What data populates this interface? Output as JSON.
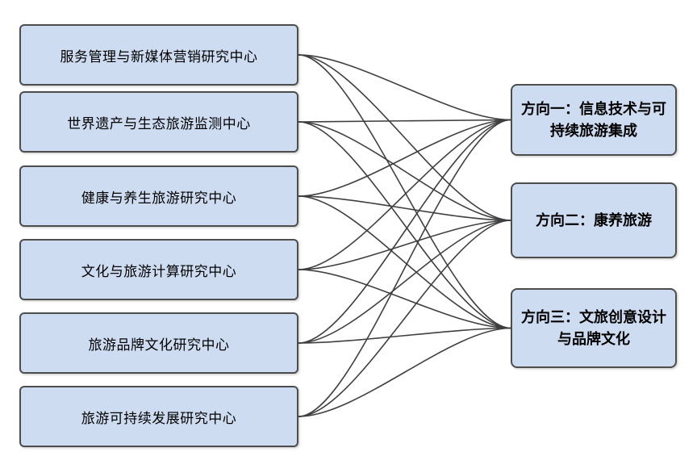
{
  "diagram": {
    "title": "research-centers-to-directions-mapping",
    "colors": {
      "background": "#ffffff",
      "node_fill": "#cddcf0",
      "node_border": "#4d4d4d",
      "edge": "#3f3f3f",
      "text": "#000000"
    },
    "left_nodes": [
      {
        "id": "c1",
        "label": "服务管理与新媒体营销研究中心"
      },
      {
        "id": "c2",
        "label": "世界遗产与生态旅游监测中心"
      },
      {
        "id": "c3",
        "label": "健康与养生旅游研究中心"
      },
      {
        "id": "c4",
        "label": "文化与旅游计算研究中心"
      },
      {
        "id": "c5",
        "label": "旅游品牌文化研究中心"
      },
      {
        "id": "c6",
        "label": "旅游可持续发展研究中心"
      }
    ],
    "right_nodes": [
      {
        "id": "d1",
        "label": "方向一：信息技术与可持续旅游集成"
      },
      {
        "id": "d2",
        "label": "方向二：康养旅游"
      },
      {
        "id": "d3",
        "label": "方向三：文旅创意设计与品牌文化"
      }
    ],
    "edges": [
      {
        "from": "c1",
        "to": "d1"
      },
      {
        "from": "c1",
        "to": "d2"
      },
      {
        "from": "c1",
        "to": "d3"
      },
      {
        "from": "c2",
        "to": "d1"
      },
      {
        "from": "c2",
        "to": "d2"
      },
      {
        "from": "c2",
        "to": "d3"
      },
      {
        "from": "c3",
        "to": "d1"
      },
      {
        "from": "c3",
        "to": "d2"
      },
      {
        "from": "c3",
        "to": "d3"
      },
      {
        "from": "c4",
        "to": "d1"
      },
      {
        "from": "c4",
        "to": "d2"
      },
      {
        "from": "c4",
        "to": "d3"
      },
      {
        "from": "c5",
        "to": "d1"
      },
      {
        "from": "c5",
        "to": "d2"
      },
      {
        "from": "c5",
        "to": "d3"
      },
      {
        "from": "c6",
        "to": "d1"
      },
      {
        "from": "c6",
        "to": "d2"
      },
      {
        "from": "c6",
        "to": "d3"
      }
    ]
  }
}
